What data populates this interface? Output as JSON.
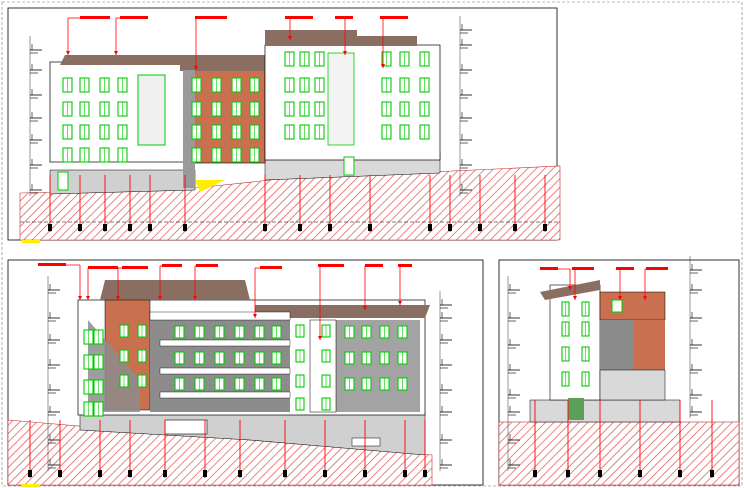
{
  "drawing": {
    "type": "architectural-elevations",
    "views": [
      {
        "id": "north-elevation",
        "floors": 5
      },
      {
        "id": "south-elevation",
        "floors": 5
      },
      {
        "id": "side-elevation",
        "floors": 5
      }
    ]
  },
  "colors": {
    "outline": "#000000",
    "annotation": "#ff0000",
    "window": "#00cc00",
    "brick": "#c87050",
    "roof": "#8a6e62",
    "shadow": "#8c8c8c",
    "ground": "#d9d9d9",
    "hatch": "#e05050",
    "accent_yellow": "#ffee00"
  }
}
